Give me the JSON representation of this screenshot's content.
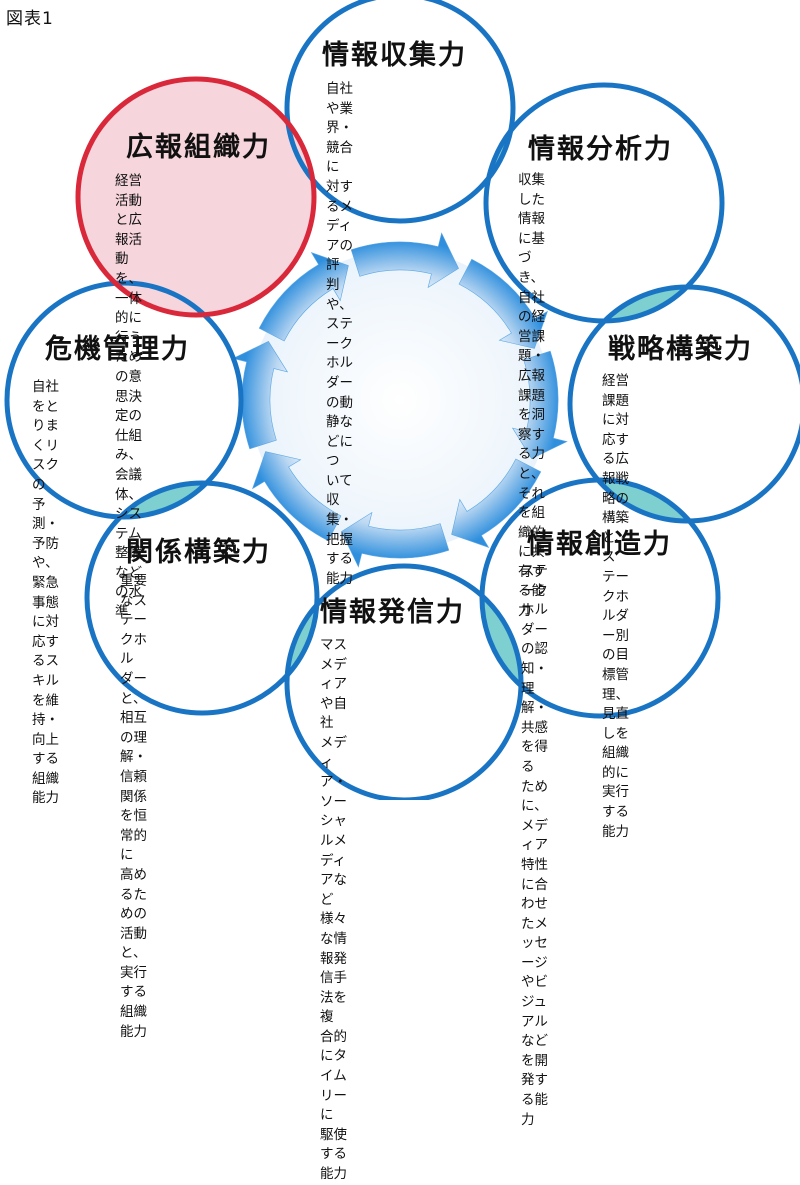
{
  "figure_label": "図表1",
  "colors": {
    "blue_ring": "#1a74c4",
    "red_ring": "#d8283a",
    "pink_fill": "#f7d5dc",
    "overlap_teal": "#7dcfd0",
    "arrow_blue": "#2f8fdd"
  },
  "center_cycle": {
    "arrow_count": 8,
    "direction": "clockwise"
  },
  "circles": [
    {
      "id": "collect",
      "highlight": false,
      "title": "情報収集力",
      "text": "自社や業界・競合に\n対するメディアの評\n判や、ステークホル\nダーの動静などにつ\nいて収集・把握する\n能力"
    },
    {
      "id": "analyze",
      "highlight": false,
      "title": "情報分析力",
      "text": "収集した情報に基づき、\n自社の経営課題・広報\n課題を洞察する力と、\nそれを組織的に共有す\nる能力"
    },
    {
      "id": "strategy",
      "highlight": false,
      "title": "戦略構築力",
      "text": "経営課題に対応する広\n報戦略の構築と、ス\nテークホルダー別の目\n標管理、見直しを組織\n的に実行する能力"
    },
    {
      "id": "create",
      "highlight": false,
      "title": "情報創造力",
      "text": "ステークホルダーの認\n知・理解・共感を得る\nために、メディア特性\nに合わせたメッセージ\nやビジュアルなどを開\n発する能力"
    },
    {
      "id": "send",
      "highlight": false,
      "title": "情報発信力",
      "text": "マスメディアや自社\nメディア・ソーシャ\nルメディアなど様々\nな情報発信手法を複\n合的にタイムリーに\n駆使する能力"
    },
    {
      "id": "relation",
      "highlight": false,
      "title": "関係構築力",
      "text": "重要なステークホル\nダーと、相互の理解・\n信頼関係を恒常的に\n高めるための活動と、\n実行する組織能力"
    },
    {
      "id": "crisis",
      "highlight": false,
      "title": "危機管理力",
      "text": "自社をとりまくリスクの\n予測・予防や、緊急事態\nに対応するスキルを維\n持・向上する組織能力"
    },
    {
      "id": "org",
      "highlight": true,
      "title": "広報組織力",
      "text": "経営活動と広報活動を、\n一体的に行うための意\n思決定の仕組み、会議\n体、システム整備など\nの水準"
    }
  ]
}
